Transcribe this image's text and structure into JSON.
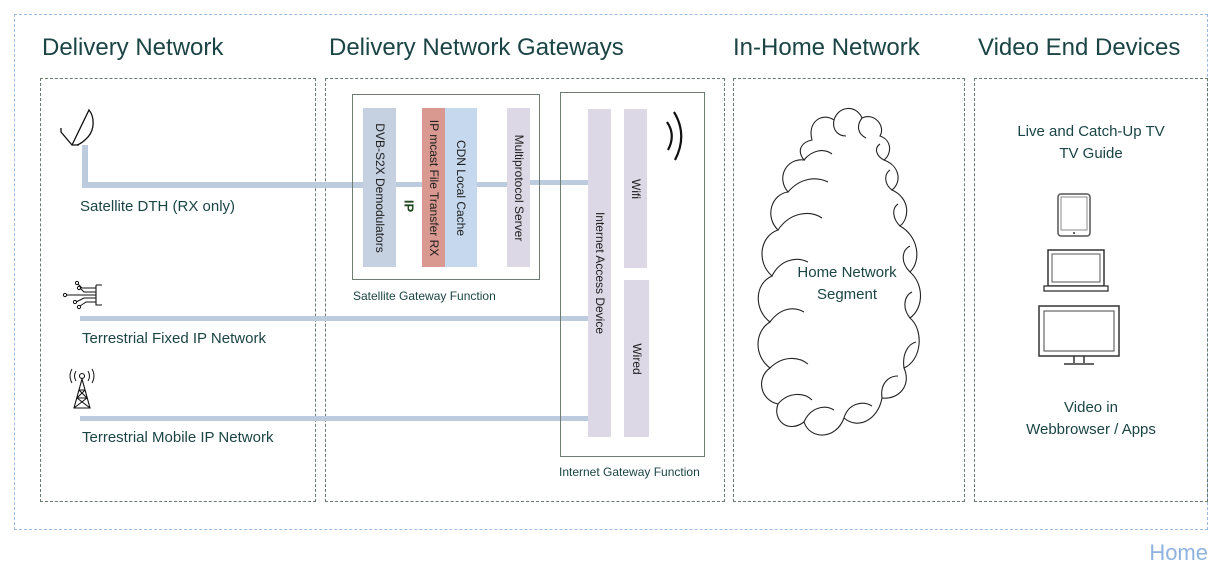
{
  "sections": {
    "delivery_network": {
      "title": "Delivery Network",
      "items": [
        {
          "label": "Satellite DTH (RX only)",
          "icon": "satellite-dish-icon"
        },
        {
          "label": "Terrestrial Fixed IP Network",
          "icon": "fiber-network-icon"
        },
        {
          "label": "Terrestrial Mobile IP Network",
          "icon": "cell-tower-icon"
        }
      ]
    },
    "gateways": {
      "title": "Delivery Network Gateways",
      "satellite_gateway": {
        "caption": "Satellite Gateway Function",
        "blocks": [
          {
            "label": "DVB-S2X Demodulators",
            "color": "#c5d1e0"
          },
          {
            "label": "IP mcast File Transfer RX",
            "color": "#d99890"
          },
          {
            "label": "CDN Local Cache",
            "color": "#c6d8ee"
          },
          {
            "label": "Multiprotocol Server",
            "color": "#ddd8e6"
          }
        ],
        "ip_label": "IP"
      },
      "internet_gateway": {
        "caption": "Internet Gateway Function",
        "blocks": [
          {
            "label": "Internet Access Device",
            "color": "#ddd8e6"
          },
          {
            "label": "Wifi",
            "color": "#ddd8e6"
          },
          {
            "label": "Wired",
            "color": "#ddd8e6"
          }
        ]
      }
    },
    "in_home": {
      "title": "In-Home Network",
      "cloud_label_line1": "Home Network",
      "cloud_label_line2": "Segment"
    },
    "end_devices": {
      "title": "Video End Devices",
      "top_line1": "Live and Catch-Up TV",
      "top_line2": "TV Guide",
      "bottom_line1": "Video in",
      "bottom_line2": "Webbrowser / Apps",
      "devices": [
        "tablet-icon",
        "laptop-icon",
        "monitor-icon"
      ]
    }
  },
  "footer": {
    "label": "Home"
  },
  "colors": {
    "link_line": "#bccbdd",
    "title_text": "#1b4444",
    "outer_border": "#9bbbe0",
    "home_label": "#8fb3df"
  }
}
